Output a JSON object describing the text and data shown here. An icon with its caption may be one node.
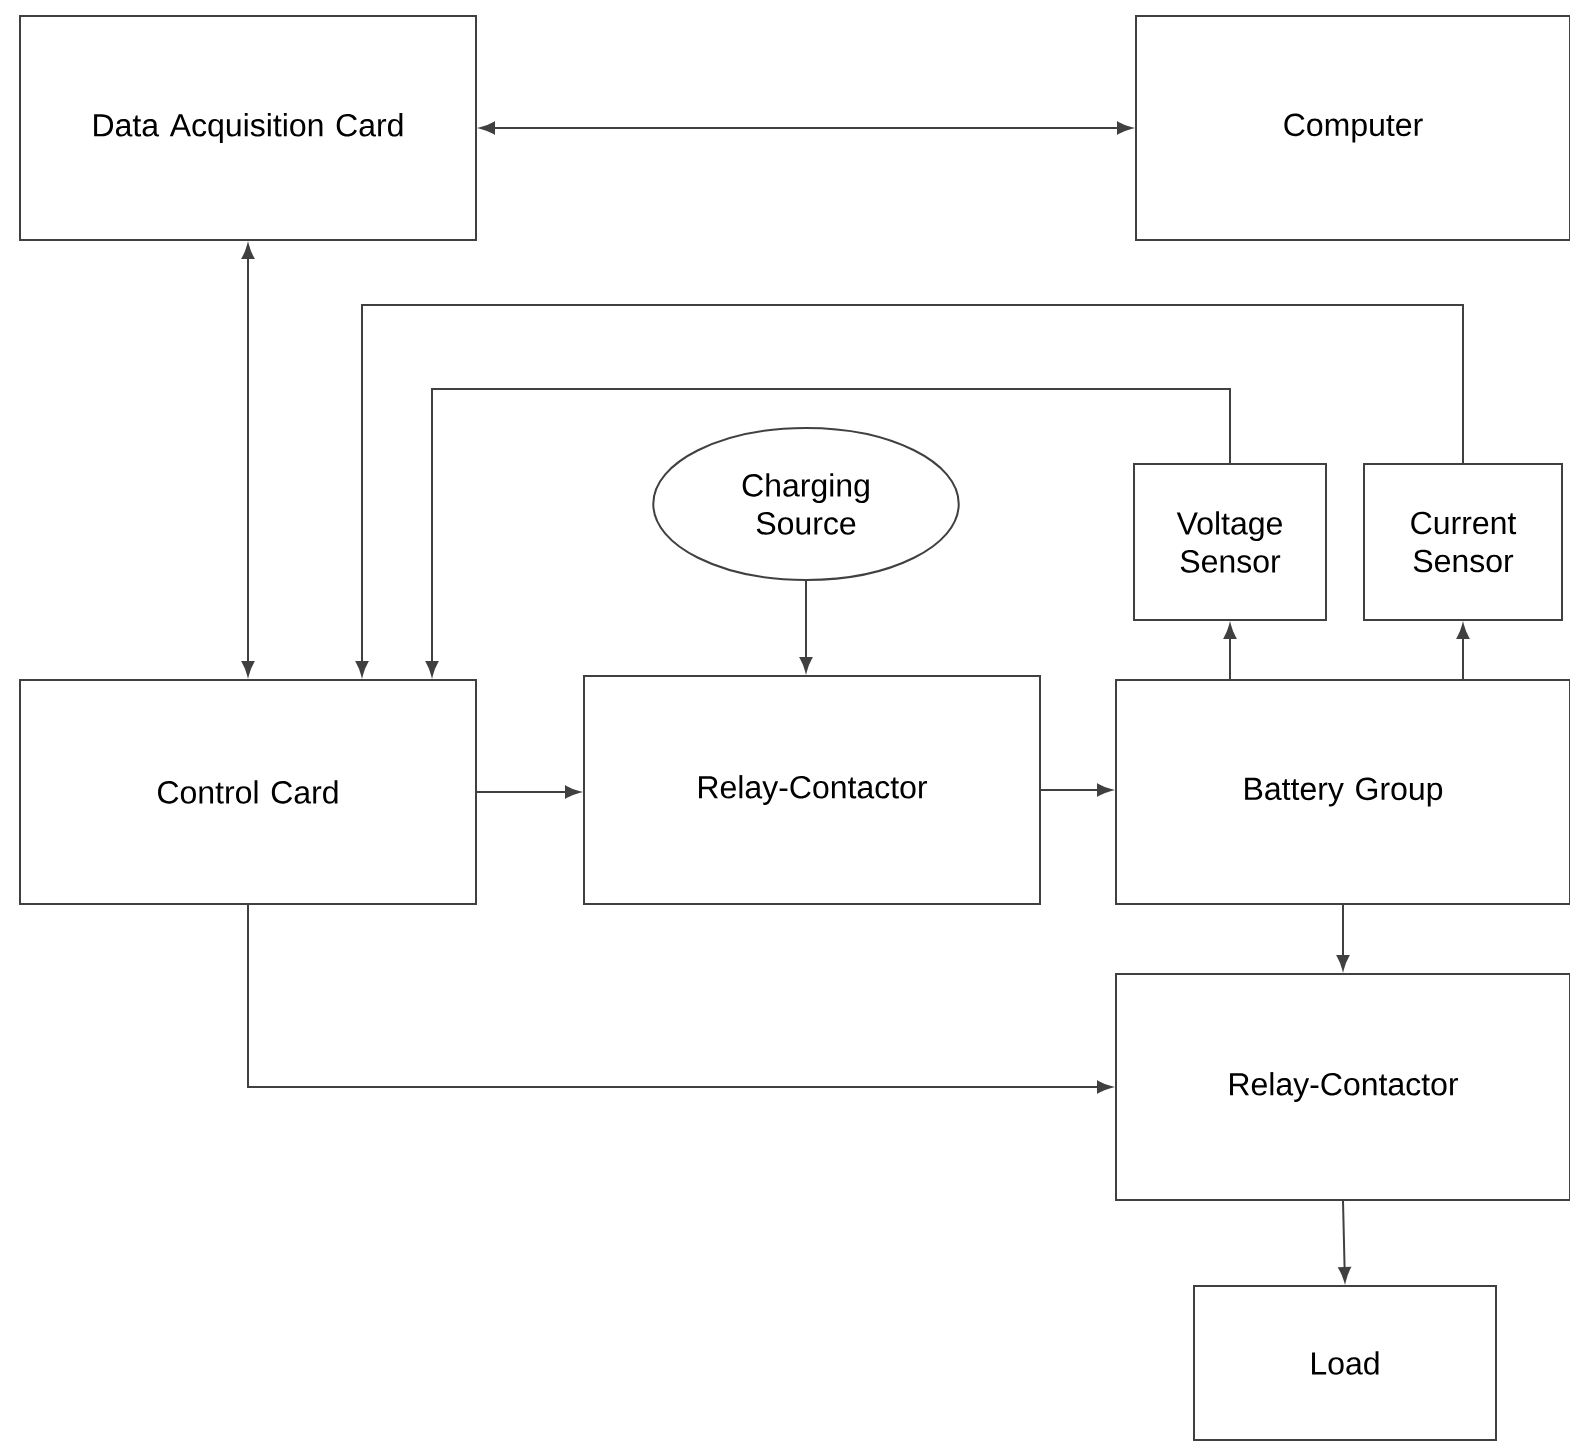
{
  "diagram": {
    "nodes": [
      {
        "text": [
          "Data Acquisition Card"
        ]
      },
      {
        "text": [
          "Computer"
        ]
      },
      {
        "text": [
          "Charging Source"
        ]
      },
      {
        "text": [
          "Voltage Sensor"
        ]
      },
      {
        "text": [
          "Current Sensor"
        ]
      },
      {
        "text": [
          "Control Card"
        ]
      },
      {
        "text": [
          "Relay-Contactor"
        ]
      },
      {
        "text": [
          "Battery Group"
        ]
      },
      {
        "text": [
          "Relay-Contactor"
        ]
      },
      {
        "text": [
          "Load"
        ]
      }
    ],
    "edges": [
      {
        "from": 0,
        "to": 1,
        "arrow": "both"
      },
      {
        "from": 0,
        "to": 5,
        "arrow": "both"
      },
      {
        "from": 3,
        "to": 5,
        "arrow": "to"
      },
      {
        "from": 4,
        "to": 5,
        "arrow": "to"
      },
      {
        "from": 2,
        "to": 6,
        "arrow": "to"
      },
      {
        "from": 5,
        "to": 6,
        "arrow": "to"
      },
      {
        "from": 6,
        "to": 7,
        "arrow": "to"
      },
      {
        "from": 7,
        "to": 3,
        "arrow": "to"
      },
      {
        "from": 7,
        "to": 4,
        "arrow": "to"
      },
      {
        "from": 7,
        "to": 8,
        "arrow": "to"
      },
      {
        "from": 5,
        "to": 8,
        "arrow": "to"
      },
      {
        "from": 8,
        "to": 9,
        "arrow": "to"
      }
    ]
  }
}
